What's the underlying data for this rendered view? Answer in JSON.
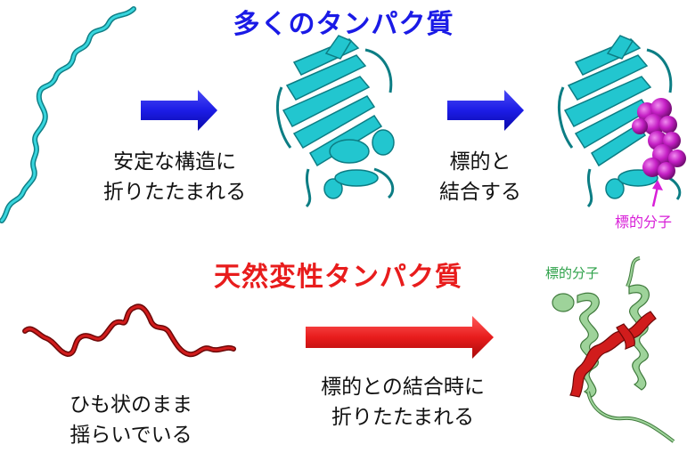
{
  "heading_ordered": "多くのタンパク質",
  "heading_idp": "天然変性タンパク質",
  "captions": {
    "folding": [
      "安定な構造に",
      "折りたたまれる"
    ],
    "binding": [
      "標的と",
      "結合する"
    ],
    "disordered": [
      "ひも状のまま",
      "揺らいでいる"
    ],
    "coupled_folding": [
      "標的との結合時に",
      "折りたたまれる"
    ]
  },
  "labels": {
    "target_molecule_top": "標的分子",
    "target_molecule_bottom": "標的分子"
  },
  "colors": {
    "heading_ordered": "#1a1ae6",
    "heading_idp": "#e81c1c",
    "cyan_protein": "#22c6cf",
    "blue_arrow": "#1c1ce6",
    "red_arrow": "#e81c1c",
    "ligand": "#b01ec8",
    "target_helix": "#9ed39a",
    "idp_chain": "#d11c1c"
  }
}
